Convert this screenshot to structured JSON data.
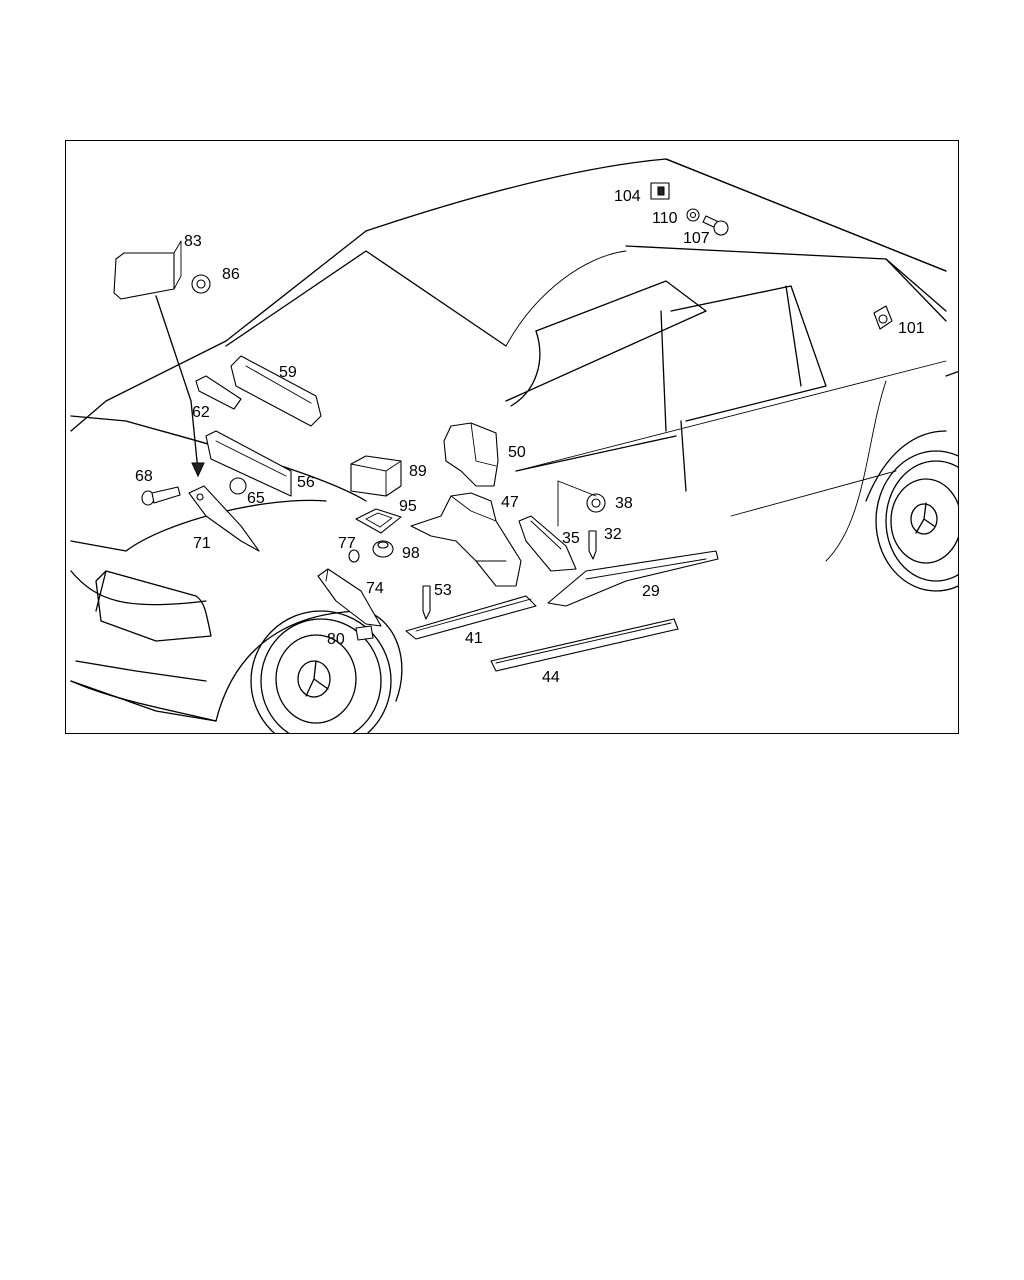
{
  "diagram": {
    "callouts": [
      {
        "id": "c104",
        "label": "104"
      },
      {
        "id": "c110",
        "label": "110"
      },
      {
        "id": "c107",
        "label": "107"
      },
      {
        "id": "c83",
        "label": "83"
      },
      {
        "id": "c86",
        "label": "86"
      },
      {
        "id": "c101",
        "label": "101"
      },
      {
        "id": "c59",
        "label": "59"
      },
      {
        "id": "c62",
        "label": "62"
      },
      {
        "id": "c50",
        "label": "50"
      },
      {
        "id": "c89",
        "label": "89"
      },
      {
        "id": "c68",
        "label": "68"
      },
      {
        "id": "c56",
        "label": "56"
      },
      {
        "id": "c65",
        "label": "65"
      },
      {
        "id": "c47",
        "label": "47"
      },
      {
        "id": "c38",
        "label": "38"
      },
      {
        "id": "c95",
        "label": "95"
      },
      {
        "id": "c71",
        "label": "71"
      },
      {
        "id": "c35",
        "label": "35"
      },
      {
        "id": "c32",
        "label": "32"
      },
      {
        "id": "c77",
        "label": "77"
      },
      {
        "id": "c98",
        "label": "98"
      },
      {
        "id": "c74",
        "label": "74"
      },
      {
        "id": "c53",
        "label": "53"
      },
      {
        "id": "c29",
        "label": "29"
      },
      {
        "id": "c80",
        "label": "80"
      },
      {
        "id": "c41",
        "label": "41"
      },
      {
        "id": "c44",
        "label": "44"
      }
    ]
  }
}
